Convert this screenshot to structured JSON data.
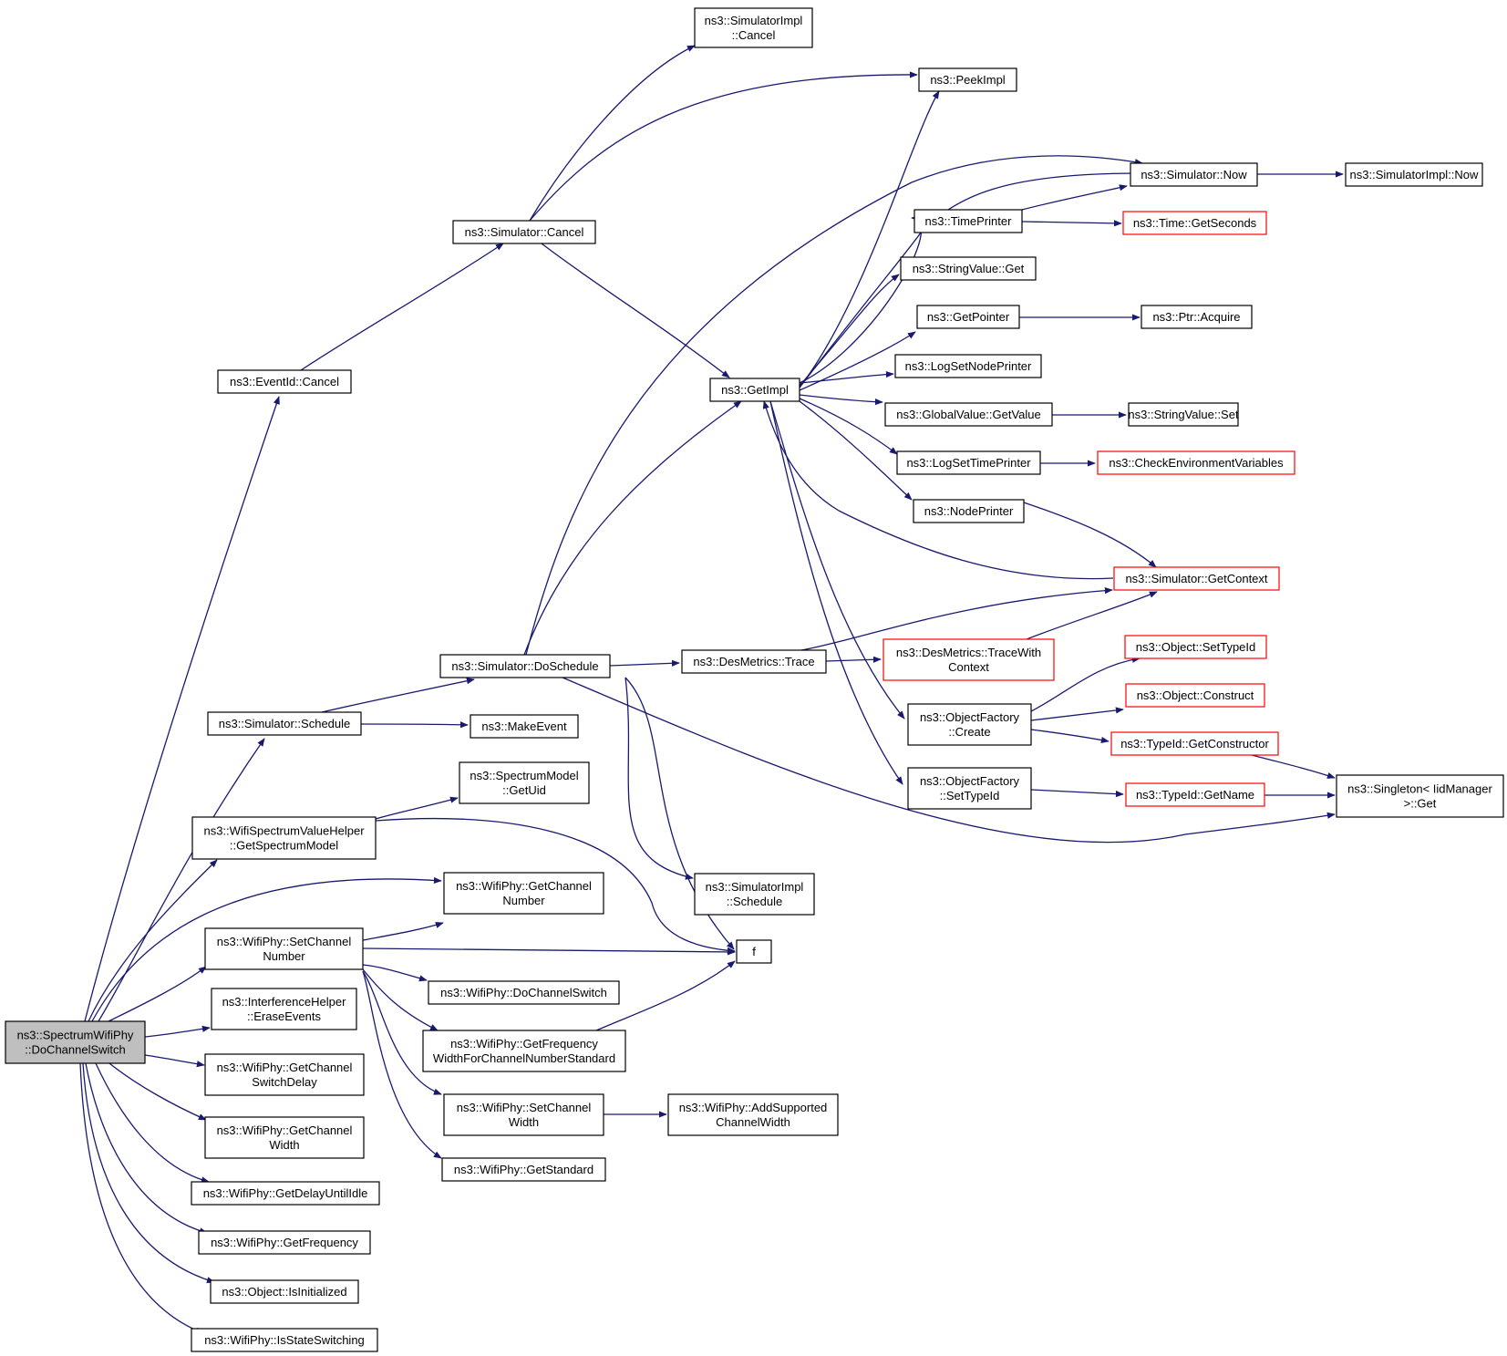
{
  "colors": {
    "edge": "#191970",
    "default_border": "#000000",
    "red_border": "#ff0000",
    "root_fill": "#bfbfbf"
  },
  "nodes": {
    "root": [
      "ns3::SpectrumWifiPhy",
      "::DoChannelSwitch"
    ],
    "simimpl_cancel": [
      "ns3::SimulatorImpl",
      "::Cancel"
    ],
    "peekimpl": [
      "ns3::PeekImpl"
    ],
    "sim_now": [
      "ns3::Simulator::Now"
    ],
    "simimpl_now": [
      "ns3::SimulatorImpl::Now"
    ],
    "timeprinter": [
      "ns3::TimePrinter"
    ],
    "time_getseconds": [
      "ns3::Time::GetSeconds"
    ],
    "stringvalue_get": [
      "ns3::StringValue::Get"
    ],
    "getpointer": [
      "ns3::GetPointer"
    ],
    "ptr_acquire": [
      "ns3::Ptr::Acquire"
    ],
    "sim_cancel": [
      "ns3::Simulator::Cancel"
    ],
    "logsetnodeprinter": [
      "ns3::LogSetNodePrinter"
    ],
    "getimpl": [
      "ns3::GetImpl"
    ],
    "globalvalue_getvalue": [
      "ns3::GlobalValue::GetValue"
    ],
    "stringvalue_set": [
      "ns3::StringValue::Set"
    ],
    "eventid_cancel": [
      "ns3::EventId::Cancel"
    ],
    "logsettimeprinter": [
      "ns3::LogSetTimePrinter"
    ],
    "checkenv": [
      "ns3::CheckEnvironmentVariables"
    ],
    "nodeprinter": [
      "ns3::NodePrinter"
    ],
    "sim_getcontext": [
      "ns3::Simulator::GetContext"
    ],
    "object_settypeid": [
      "ns3::Object::SetTypeId"
    ],
    "desmetrics_tracewith": [
      "ns3::DesMetrics::TraceWith",
      "Context"
    ],
    "sim_doschedule": [
      "ns3::Simulator::DoSchedule"
    ],
    "desmetrics_trace": [
      "ns3::DesMetrics::Trace"
    ],
    "object_construct": [
      "ns3::Object::Construct"
    ],
    "objfactory_create": [
      "ns3::ObjectFactory",
      "::Create"
    ],
    "sim_schedule": [
      "ns3::Simulator::Schedule"
    ],
    "makeevent": [
      "ns3::MakeEvent"
    ],
    "typeid_getconstructor": [
      "ns3::TypeId::GetConstructor"
    ],
    "spectrummodel_getuid": [
      "ns3::SpectrumModel",
      "::GetUid"
    ],
    "objfactory_settypeid": [
      "ns3::ObjectFactory",
      "::SetTypeId"
    ],
    "typeid_getname": [
      "ns3::TypeId::GetName"
    ],
    "singleton_get": [
      "ns3::Singleton< IidManager",
      ">::Get"
    ],
    "wsvh_getspectrummodel": [
      "ns3::WifiSpectrumValueHelper",
      "::GetSpectrumModel"
    ],
    "simimpl_schedule": [
      "ns3::SimulatorImpl",
      "::Schedule"
    ],
    "wifiphy_getchannelnumber": [
      "ns3::WifiPhy::GetChannel",
      "Number"
    ],
    "wifiphy_setchannelnumber": [
      "ns3::WifiPhy::SetChannel",
      "Number"
    ],
    "f": [
      "f"
    ],
    "wifiphy_dochannelswitch": [
      "ns3::WifiPhy::DoChannelSwitch"
    ],
    "interference_eraseevents": [
      "ns3::InterferenceHelper",
      "::EraseEvents"
    ],
    "wifiphy_getfreqwidth": [
      "ns3::WifiPhy::GetFrequency",
      "WidthForChannelNumberStandard"
    ],
    "wifiphy_getchannelswitchdelay": [
      "ns3::WifiPhy::GetChannel",
      "SwitchDelay"
    ],
    "wifiphy_setchannelwidth": [
      "ns3::WifiPhy::SetChannel",
      "Width"
    ],
    "wifiphy_addsupported": [
      "ns3::WifiPhy::AddSupported",
      "ChannelWidth"
    ],
    "wifiphy_getchannelwidth": [
      "ns3::WifiPhy::GetChannel",
      "Width"
    ],
    "wifiphy_getstandard": [
      "ns3::WifiPhy::GetStandard"
    ],
    "wifiphy_getdelayuntilidle": [
      "ns3::WifiPhy::GetDelayUntilIdle"
    ],
    "wifiphy_getfrequency": [
      "ns3::WifiPhy::GetFrequency"
    ],
    "object_isinitialized": [
      "ns3::Object::IsInitialized"
    ],
    "wifiphy_isstateswitching": [
      "ns3::WifiPhy::IsStateSwitching"
    ]
  }
}
